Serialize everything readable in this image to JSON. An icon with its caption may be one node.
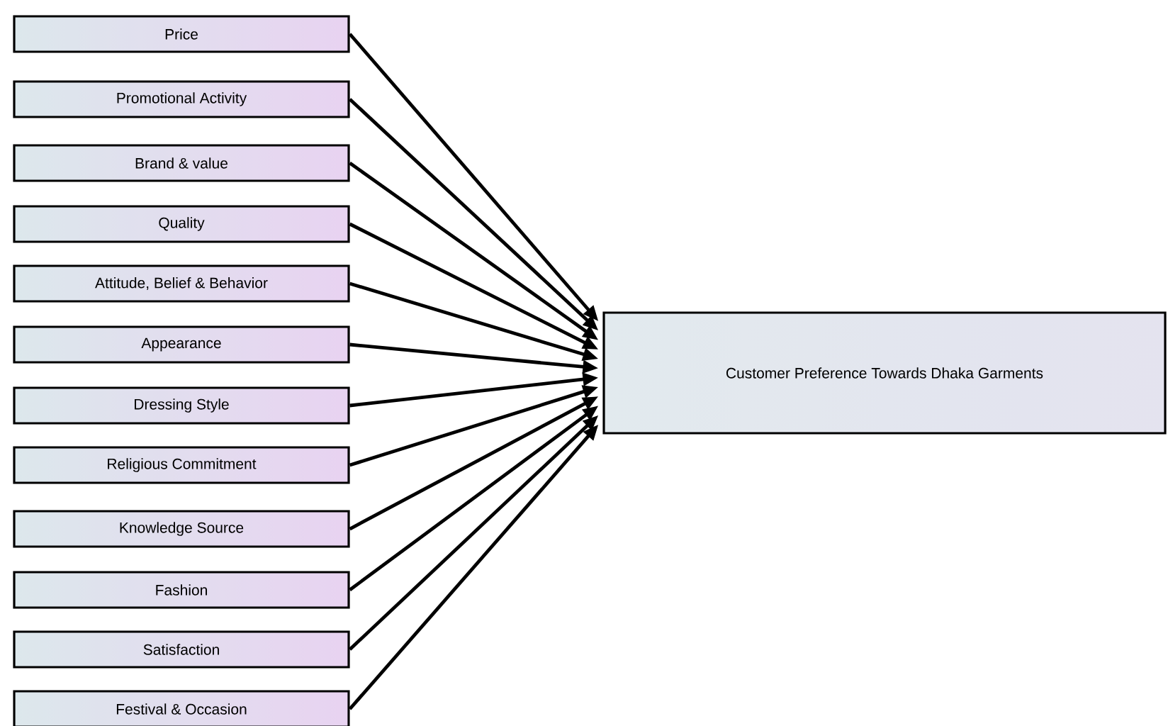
{
  "diagram": {
    "nodes": [
      {
        "text": [
          "Price"
        ]
      },
      {
        "text": [
          "Promotional Activity"
        ]
      },
      {
        "text": [
          "Brand & value"
        ]
      },
      {
        "text": [
          "Quality"
        ]
      },
      {
        "text": [
          "Attitude, Belief & Behavior"
        ]
      },
      {
        "text": [
          "Appearance"
        ]
      },
      {
        "text": [
          "Dressing Style"
        ]
      },
      {
        "text": [
          "Religious Commitment"
        ]
      },
      {
        "text": [
          "Knowledge Source"
        ]
      },
      {
        "text": [
          "Fashion"
        ]
      },
      {
        "text": [
          "Satisfaction"
        ]
      },
      {
        "text": [
          "Festival & Occasion"
        ]
      },
      {
        "text": [
          "Customer Preference Towards Dhaka Garments"
        ]
      }
    ],
    "edges": [
      {
        "from": 0,
        "to": 12,
        "arrow": "to"
      },
      {
        "from": 1,
        "to": 12,
        "arrow": "to"
      },
      {
        "from": 2,
        "to": 12,
        "arrow": "to"
      },
      {
        "from": 3,
        "to": 12,
        "arrow": "to"
      },
      {
        "from": 4,
        "to": 12,
        "arrow": "to"
      },
      {
        "from": 5,
        "to": 12,
        "arrow": "to"
      },
      {
        "from": 6,
        "to": 12,
        "arrow": "to"
      },
      {
        "from": 7,
        "to": 12,
        "arrow": "to"
      },
      {
        "from": 8,
        "to": 12,
        "arrow": "to"
      },
      {
        "from": 9,
        "to": 12,
        "arrow": "to"
      },
      {
        "from": 10,
        "to": 12,
        "arrow": "to"
      },
      {
        "from": 11,
        "to": 12,
        "arrow": "to"
      }
    ]
  }
}
